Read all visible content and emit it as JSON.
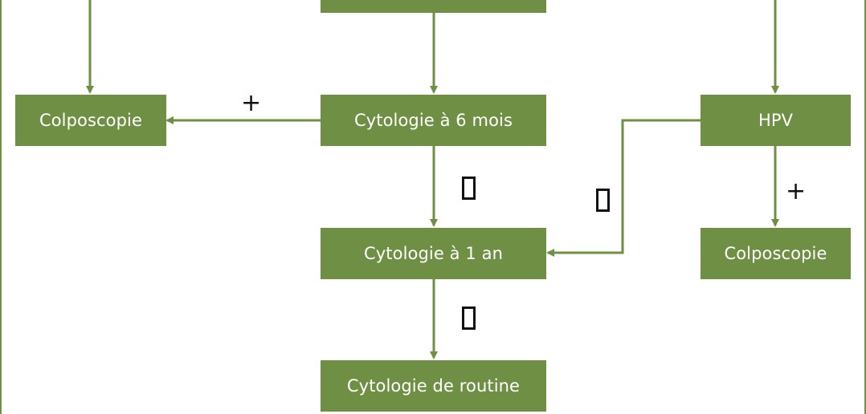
{
  "colors": {
    "node_fill": "#6f8f45",
    "edge": "#6f8f45",
    "node_text": "#ffffff",
    "label_text": "#111111"
  },
  "nodes": {
    "colposcopie_left": "Colposcopie",
    "cytologie_6_mois": "Cytologie à 6 mois",
    "hpv": "HPV",
    "cytologie_1_an": "Cytologie à 1 an",
    "colposcopie_right": "Colposcopie",
    "cytologie_routine": "Cytologie de routine"
  },
  "edge_labels": {
    "cyto6_to_colpo": "+",
    "hpv_to_colpo": "+"
  },
  "negative_glyph_icon": "missing-glyph-icon"
}
